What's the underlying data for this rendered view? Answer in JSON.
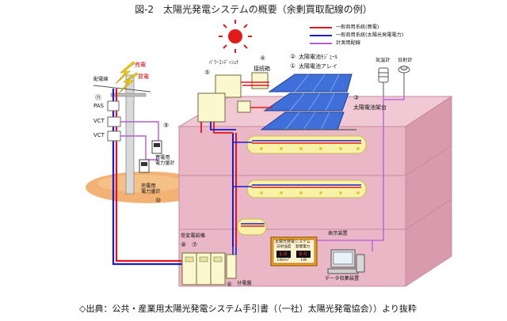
{
  "title": "図-2　太陽光発電システムの概要（余剰買取配線の例）",
  "source_note": "◇出典：公共・産業用太陽光発電システム手引書（（一社）太陽光発電協会））より抜粋",
  "legend": [
    {
      "label": "一般商用系統(買電)",
      "color": "#e8141c"
    },
    {
      "label": "一般商用系統(太陽光発電電力)",
      "color": "#1a1ad0"
    },
    {
      "label": "計測用配線",
      "color": "#b65ad8"
    }
  ],
  "labels": {
    "power_sell": "売電",
    "power_buy": "買電",
    "distribution_line": "配電線",
    "pas": "PAS",
    "vct1": "VCT",
    "vct2": "VCT",
    "purchase_meter": "買電用\n電力量計",
    "sale_meter": "売電用\n電力量計",
    "power_conditioner": "ﾊﾟﾜｰｺﾝﾃﾞｨｼｮﾅ",
    "junction_box": "接続箱",
    "pv_module": "太陽電池ﾓｼﾞｭｰﾙ",
    "pv_array": "太陽電池アレイ",
    "pv_mount": "太陽電池架台",
    "thermometer": "気温計",
    "pyranometer": "日射計",
    "substation": "受変電設備",
    "distribution_board": "分電盤",
    "display_device": "表示装置",
    "data_collector": "データ収集装置",
    "display_title": "太陽光発電システム",
    "display_irradiance_label": "日射強度",
    "display_power_label": "発電電力",
    "display_irradiance_value": "1.0",
    "display_power_value": "9.0",
    "display_irradiance_unit": "kW/m²",
    "display_power_unit": "kW"
  },
  "markers": {
    "n1": "①",
    "n2": "②",
    "n3": "③",
    "n4": "④",
    "n5": "⑤",
    "n6": "⑥",
    "n7": "⑦",
    "n8": "⑧",
    "n9": "⑨",
    "n10": "⑩",
    "n11": "⑪"
  },
  "colors": {
    "building_top": "#f1c9d4",
    "building_front": "#eab7c6",
    "building_side": "#d99aae",
    "ground": "#f0a45a",
    "sun": "#e21a1a",
    "panel": "#3f6fd8",
    "buy_line": "#e8141c",
    "pv_line": "#1a1ad0",
    "measure_line": "#b65ad8",
    "device": "#fbf8cf"
  }
}
